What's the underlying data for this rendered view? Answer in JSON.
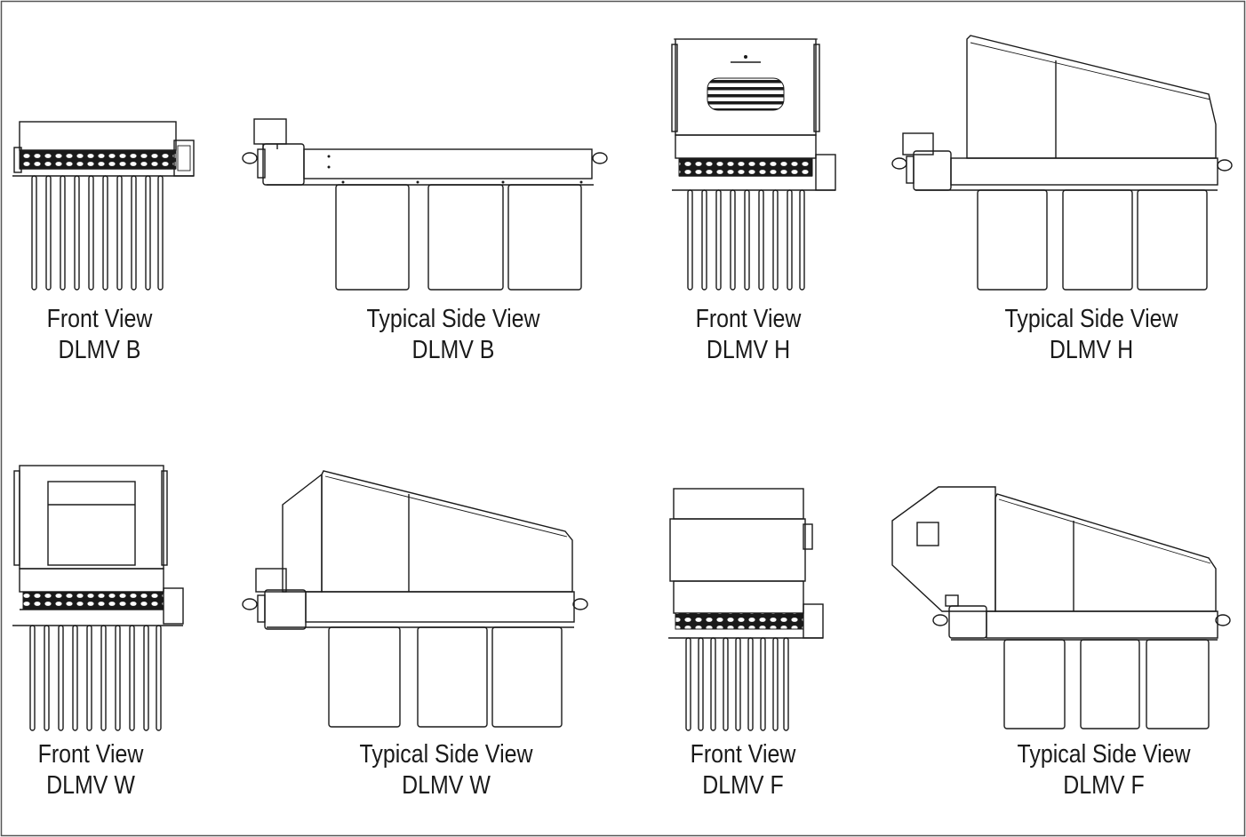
{
  "figure": {
    "panels": [
      {
        "view": "Front View",
        "model": "DLMV B"
      },
      {
        "view": "Typical Side View",
        "model": "DLMV B"
      },
      {
        "view": "Front View",
        "model": "DLMV H"
      },
      {
        "view": "Typical Side View",
        "model": "DLMV H"
      },
      {
        "view": "Front View",
        "model": "DLMV W"
      },
      {
        "view": "Typical Side View",
        "model": "DLMV W"
      },
      {
        "view": "Front View",
        "model": "DLMV F"
      },
      {
        "view": "Typical Side View",
        "model": "DLMV F"
      }
    ]
  },
  "colors": {
    "line": "#1a1a1a",
    "background": "#ffffff",
    "border": "#555555"
  }
}
